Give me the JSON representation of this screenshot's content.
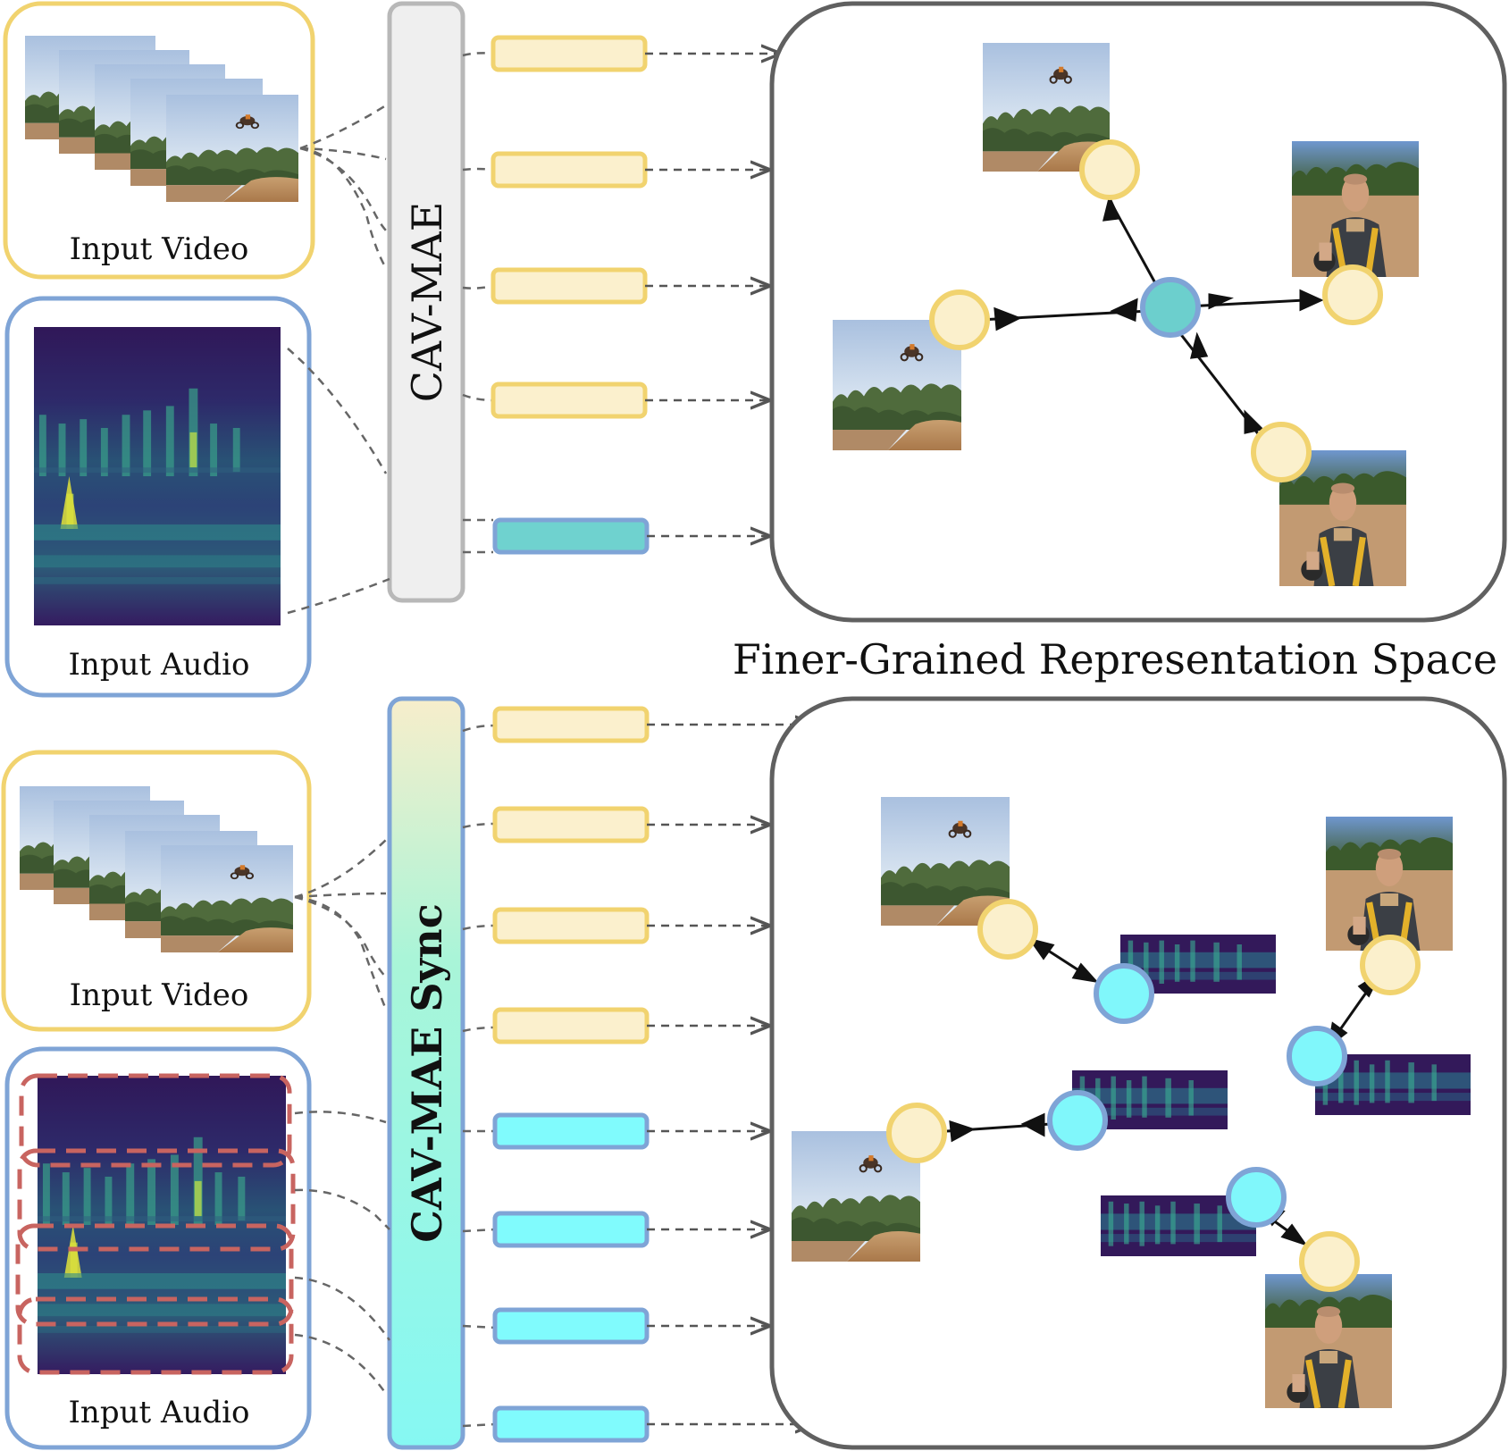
{
  "top": {
    "video_label": "Input Video",
    "audio_label": "Input Audio",
    "encoder_label": "CAV-MAE",
    "space_label": "Finer-Grained Representation Space"
  },
  "bottom": {
    "video_label": "Input Video",
    "audio_label": "Input Audio",
    "encoder_label": "CAV-MAE Sync"
  },
  "colors": {
    "video_border": "#f1d36f",
    "audio_border": "#7fa4d6",
    "token_video_fill": "#fbf0cd",
    "token_video_stroke": "#f1d36f",
    "token_audio_fill_top": "#6fd2cf",
    "token_audio_fill_bottom": "#80fbfd",
    "node_video_fill": "#fbf0cc",
    "node_video_stroke": "#f1d36f",
    "node_audio_fill": "#6ccfcd",
    "node_audio_fill_bottom": "#80f7fb",
    "node_audio_stroke": "#7fa4d6",
    "audio_segment_dash": "#c86460",
    "space_border": "#606060",
    "encoder_border_top": "#b8b8b8",
    "encoder_fill_top": "#efefef"
  }
}
